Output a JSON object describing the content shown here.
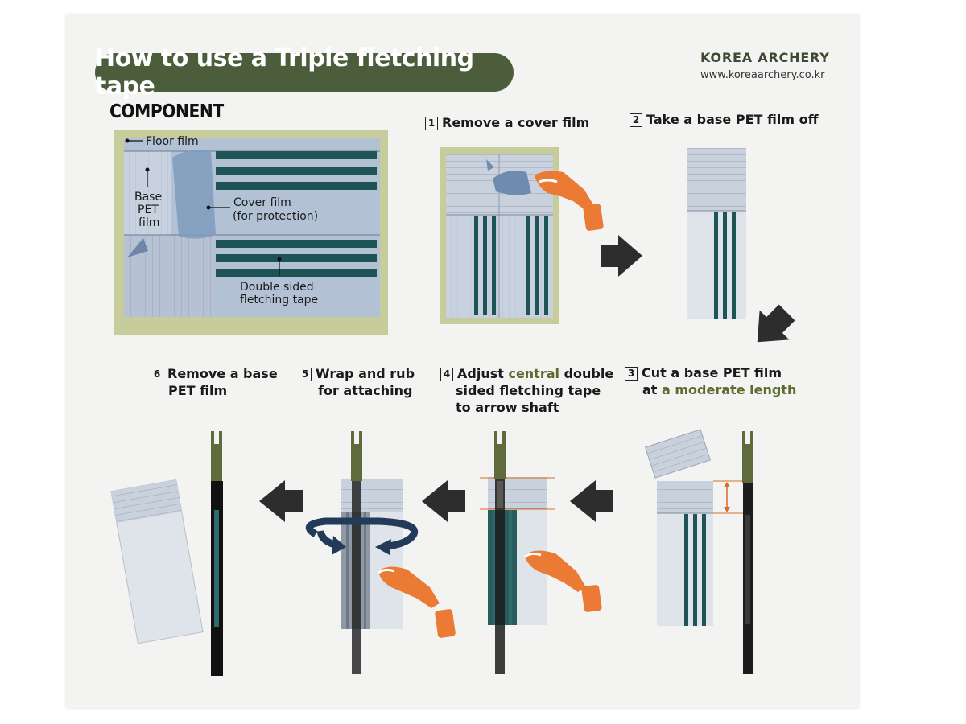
{
  "header": {
    "title": "How to use a Triple fletching tape",
    "brand_name": "KOREA ARCHERY",
    "brand_url": "www.koreaarchery.co.kr"
  },
  "component": {
    "heading": "COMPONENT",
    "labels": {
      "floor_film": "Floor film",
      "base_line1": "Base",
      "base_line2": "PET",
      "base_line3": "film",
      "cover_line1": "Cover film",
      "cover_line2": "(for protection)",
      "tape_line1": "Double sided",
      "tape_line2": "fletching tape"
    }
  },
  "steps": {
    "s1": {
      "num": "1",
      "line1": "Remove a cover film"
    },
    "s2": {
      "num": "2",
      "line1": "Take a base PET film off"
    },
    "s3": {
      "num": "3",
      "line1": "Cut a base PET film",
      "line2_a": "at ",
      "line2_b": "a moderate length"
    },
    "s4": {
      "num": "4",
      "line1_a": "Adjust ",
      "line1_b": "central",
      "line1_c": " double",
      "line2": "sided fletching tape",
      "line3": "to arrow shaft"
    },
    "s5": {
      "num": "5",
      "line1": "Wrap and rub",
      "line2": "for attaching"
    },
    "s6": {
      "num": "6",
      "line1": "Remove a base",
      "line2": "PET film"
    }
  },
  "colors": {
    "pill": "#4c5d3c",
    "tape_stripe": "#1f5457",
    "film_blue": "#aab8cc",
    "hand_orange": "#ea7a34",
    "nock_olive": "#5f6b3a",
    "frame_green": "#c7cd9a"
  }
}
